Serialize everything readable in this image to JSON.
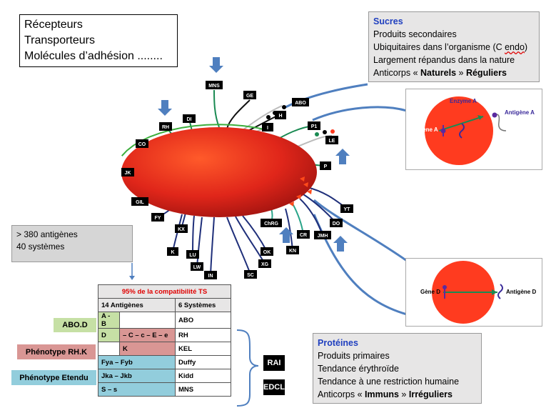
{
  "top_left_box": {
    "line1": "Récepteurs",
    "line2": "Transporteurs",
    "line3": "Molécules d’adhésion ........"
  },
  "sugars_box": {
    "title": "Sucres",
    "line1": "Produits secondaires",
    "line2_a": "Ubiquitaires dans l’organisme (C ",
    "line2_b": "endo",
    "line2_c": ")",
    "line3": "Largement répandus dans la nature",
    "line4_a": "Anticorps « ",
    "line4_b": "Naturels",
    "line4_c": " » ",
    "line4_d": "Réguliers"
  },
  "proteins_box": {
    "title": "Protéines",
    "line1": "Produits primaires",
    "line2": "Tendance érythroïde",
    "line3": "Tendance à une restriction humaine",
    "line4_a": "Anticorps « ",
    "line4_b": "Immuns",
    "line4_c": " » ",
    "line4_d": "Irréguliers"
  },
  "antigens_box": {
    "line1": "> 380 antigènes",
    "line2": "40 systèmes"
  },
  "cell_labels": [
    "MNS",
    "GE",
    "ABO",
    "H",
    "I",
    "P1",
    "LE",
    "P",
    "YT",
    "DO",
    "JMH",
    "KN",
    "CR",
    "ChRG",
    "OK",
    "XG",
    "SC",
    "IN",
    "LW",
    "LU",
    "K",
    "KX",
    "FY",
    "GIL",
    "JK",
    "CO",
    "RH",
    "DI"
  ],
  "inset_sugar": {
    "enzyme": "Enzyme A",
    "antigen": "Antigène A",
    "gene": "Gène A"
  },
  "inset_protein": {
    "gene": "Gène D",
    "antigen": "Antigène D"
  },
  "compat_table": {
    "title": "95% de la compatibilité TS",
    "col1": "14 Antigènes",
    "col2": "6 Systèmes",
    "rows": [
      {
        "ag_a": "A - B",
        "ag_b": "",
        "sys": "ABO"
      },
      {
        "ag_a": "D",
        "ag_b": "– C – c – E – e",
        "sys": "RH"
      },
      {
        "ag_a": "",
        "ag_b": "K",
        "sys": "KEL"
      },
      {
        "ag_a": "Fya – Fyb",
        "ag_b": "",
        "sys": "Duffy"
      },
      {
        "ag_a": "Jka – Jkb",
        "ag_b": "",
        "sys": "Kidd"
      },
      {
        "ag_a": "S – s",
        "ag_b": "",
        "sys": "MNS"
      }
    ]
  },
  "side_labels": {
    "abod": "ABO.D",
    "rhk": "Phénotype RH.K",
    "etendu": "Phénotype Etendu",
    "rai": "RAI",
    "edcl": "EDCL"
  },
  "colors": {
    "cell_red": "#e0261a",
    "green_strand": "#1a8a52",
    "navy_strand": "#1f2f7a",
    "arrow_blue": "#4f7fbf",
    "title_blue": "#1f3fbf",
    "inset_red": "#ff3b1f"
  }
}
